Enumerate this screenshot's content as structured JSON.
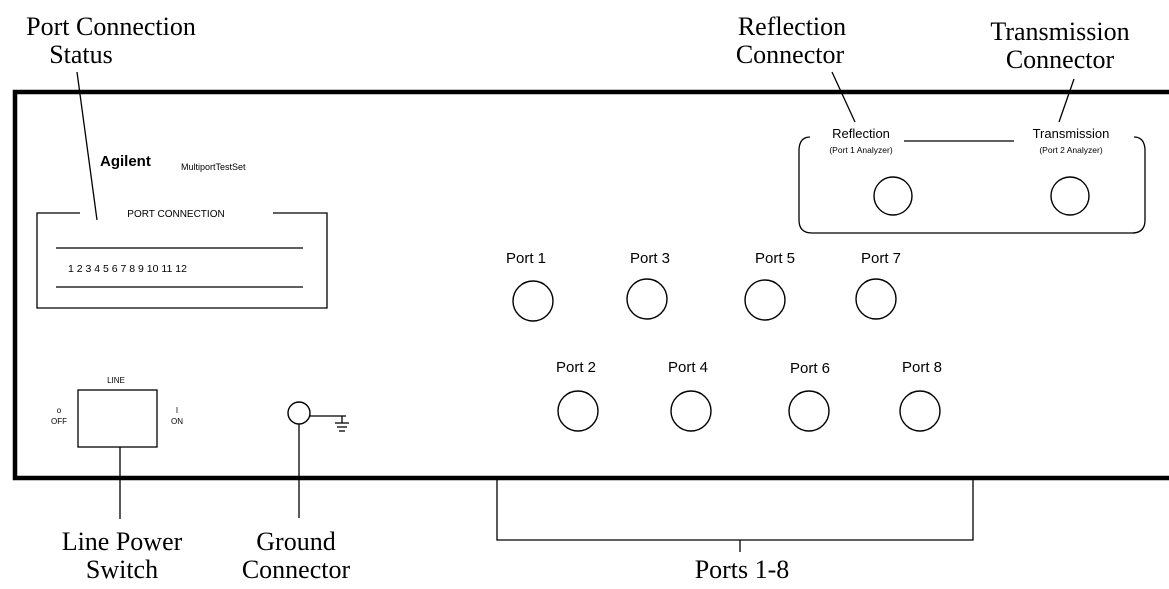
{
  "callouts": {
    "port_status_1": "Port Connection",
    "port_status_2": "Status",
    "reflection_1": "Reflection",
    "reflection_2": "Connector",
    "transmission_1": "Transmission",
    "transmission_2": "Connector",
    "line_power_1": "Line Power",
    "line_power_2": "Switch",
    "ground_1": "Ground",
    "ground_2": "Connector",
    "ports": "Ports 1-8"
  },
  "panel": {
    "brand": "Agilent",
    "model": "MultiportTestSet",
    "port_connection_title": "PORT CONNECTION",
    "port_numbers": "1 2 3 4 5 6 7 8 9 10 11 12",
    "line_label": "LINE",
    "off_symbol": "o",
    "off_label": "OFF",
    "on_symbol": "I",
    "on_label": "ON"
  },
  "analyzer": {
    "reflection_label": "Reflection",
    "reflection_sub": "(Port 1 Analyzer)",
    "transmission_label": "Transmission",
    "transmission_sub": "(Port 2 Analyzer)"
  },
  "ports_top": [
    "Port 1",
    "Port 3",
    "Port 5",
    "Port 7"
  ],
  "ports_bottom": [
    "Port 2",
    "Port 4",
    "Port 6",
    "Port 8"
  ]
}
